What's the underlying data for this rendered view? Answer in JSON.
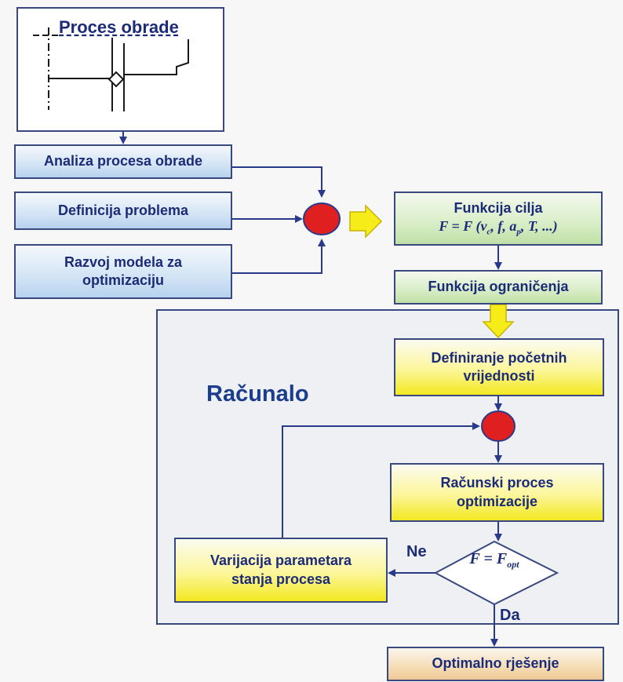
{
  "process": {
    "title": "Proces obrade"
  },
  "boxes": {
    "analiza": "Analiza procesa obrade",
    "definicija": "Definicija problema",
    "razvoj_line1": "Razvoj modela za",
    "razvoj_line2": "optimizaciju",
    "funkcija_cilja_line1": "Funkcija cilja",
    "funkcija_cilja_formula": "F = F (vc, f, ap, T, ...)",
    "funkcija_ogranicenja": "Funkcija ograničenja",
    "definiranje_line1": "Definiranje početnih",
    "definiranje_line2": "vrijednosti",
    "racunski_line1": "Računski proces",
    "racunski_line2": "optimizacije",
    "varijacija_line1": "Varijacija parametara",
    "varijacija_line2": "stanja procesa",
    "optimalno": "Optimalno rješenje"
  },
  "computer_label": "Računalo",
  "decision": {
    "lhs": "F = F",
    "subscript": "opt"
  },
  "branches": {
    "no": "Ne",
    "yes": "Da"
  },
  "colors": {
    "line": "#2a3a8a",
    "node_red": "#e02020",
    "arrow_yellow": "#f5ec1a",
    "text": "#1b2b78"
  }
}
